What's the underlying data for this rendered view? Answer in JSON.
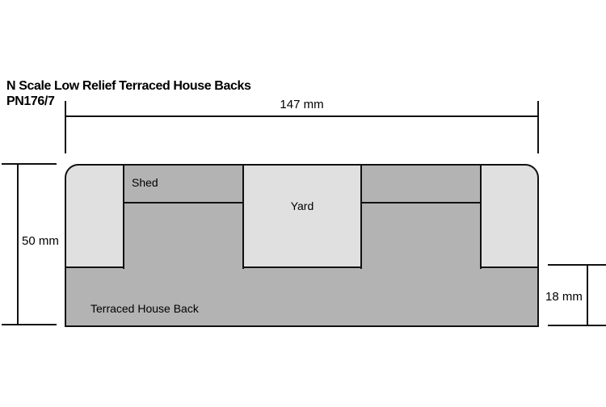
{
  "title": {
    "line1": "N Scale Low Relief Terraced House Backs",
    "line2": "PN176/7"
  },
  "diagram": {
    "type": "dimensioned plan drawing",
    "dimensions": {
      "overall_width": "147 mm",
      "overall_height": "50 mm",
      "house_back_depth": "18 mm"
    },
    "regions": {
      "shed": "Shed",
      "yard": "Yard",
      "house": "Terraced House Back"
    },
    "colors": {
      "background": "#ffffff",
      "yard_fill": "#e0e0e0",
      "house_fill": "#b3b3b3",
      "line": "#111111"
    }
  }
}
